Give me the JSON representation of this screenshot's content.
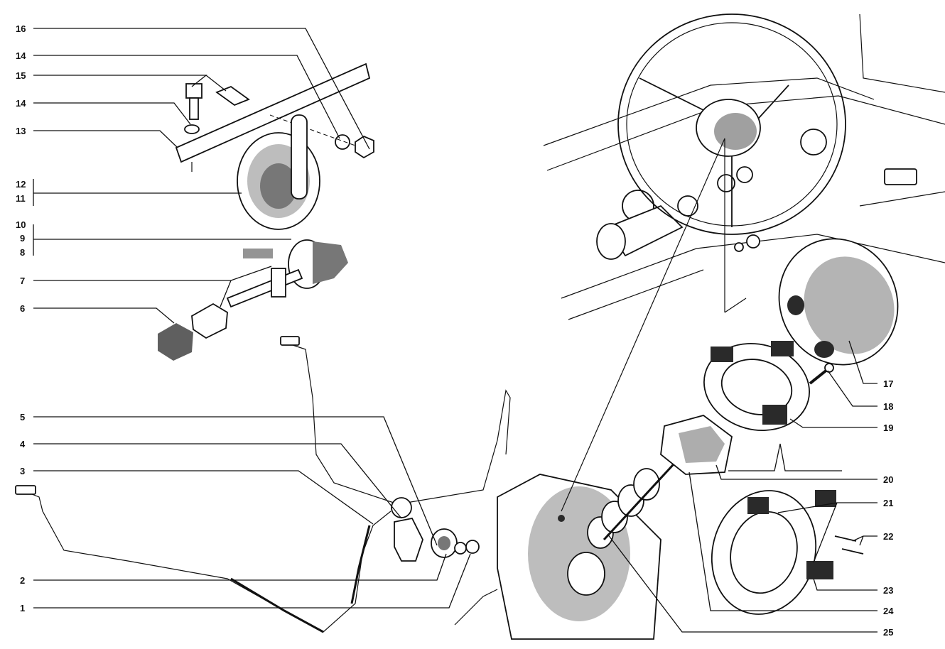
{
  "callouts": {
    "left": [
      "16",
      "14",
      "15",
      "14",
      "13",
      "12",
      "11",
      "10",
      "9",
      "8",
      "7",
      "6",
      "5",
      "4",
      "3",
      "2",
      "1"
    ],
    "right": [
      "17",
      "18",
      "19",
      "20",
      "21",
      "22",
      "23",
      "24",
      "25"
    ]
  }
}
